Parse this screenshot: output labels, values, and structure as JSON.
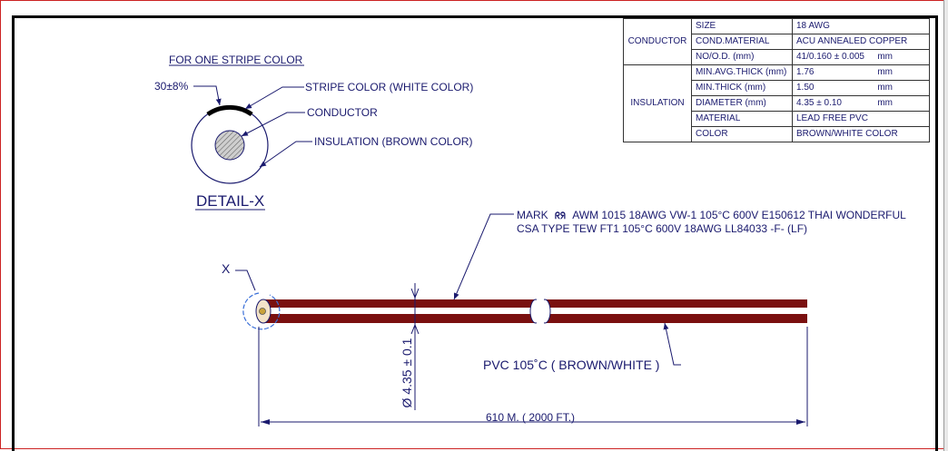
{
  "detail": {
    "heading": "FOR ONE STRIPE COLOR",
    "angle": "30±8%",
    "stripe_label": "STRIPE COLOR (WHITE COLOR)",
    "conductor_label": "CONDUCTOR",
    "insulation_label": "INSULATION (BROWN COLOR)",
    "title": "DETAIL-X"
  },
  "spec": {
    "conductor_group": "CONDUCTOR",
    "insulation_group": "INSULATION",
    "rows": [
      {
        "prop": "SIZE",
        "value": "18 AWG",
        "unit": ""
      },
      {
        "prop": "COND.MATERIAL",
        "value": "ACU ANNEALED COPPER",
        "unit": ""
      },
      {
        "prop": "NO/O.D. (mm)",
        "value": "41/0.160 ± 0.005",
        "unit": "mm"
      },
      {
        "prop": "MIN.AVG.THICK (mm)",
        "value": "1.76",
        "unit": "mm"
      },
      {
        "prop": "MIN.THICK (mm)",
        "value": "1.50",
        "unit": "mm"
      },
      {
        "prop": "DIAMETER (mm)",
        "value": "4.35 ± 0.10",
        "unit": "mm"
      },
      {
        "prop": "MATERIAL",
        "value": "LEAD FREE PVC",
        "unit": ""
      },
      {
        "prop": "COLOR",
        "value": "BROWN/WHITE COLOR",
        "unit": ""
      }
    ]
  },
  "marking": {
    "prefix": "MARK",
    "ul_symbol": "ᖇᖆ",
    "line1": "AWM 1015 18AWG VW-1 105°C 600V E150612 THAI WONDERFUL",
    "line2": "CSA  TYPE TEW FT1 105°C 600V 18AWG LL84033 -F- (LF)"
  },
  "cable": {
    "detail_marker": "X",
    "pvc_label": "PVC 105˚C ( BROWN/WHITE )",
    "diameter_label": "Ø 4.35 ± 0.1",
    "length_label": "610  M. ( 2000 FT.)"
  },
  "colors": {
    "line": "#1a1a6e",
    "brown": "#7a1010",
    "frame": "#000000"
  }
}
